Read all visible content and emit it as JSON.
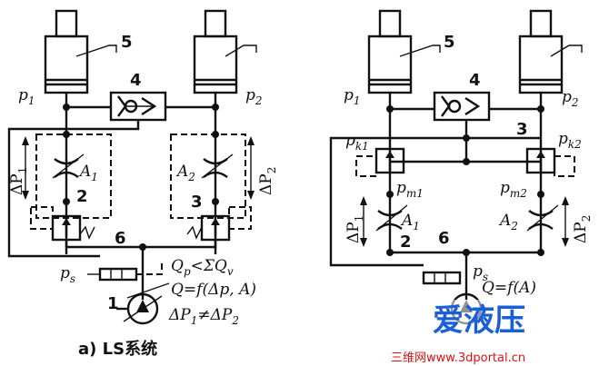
{
  "diagram_a": {
    "caption": "a)  LS系统",
    "labels": {
      "p1": "p",
      "p1_sub": "1",
      "p2": "p",
      "p2_sub": "2",
      "ps": "p",
      "ps_sub": "s",
      "dp1": "ΔP",
      "dp1_sub": "1",
      "dp2": "ΔP",
      "dp2_sub": "2",
      "a1": "A",
      "a1_sub": "1",
      "a2": "A",
      "a2_sub": "2"
    },
    "numbers": {
      "n1": "1",
      "n2": "2",
      "n3": "3",
      "n4": "4",
      "n5": "5",
      "n6": "6"
    },
    "equations": {
      "eq1": "Q",
      "eq1_sub": "p",
      "eq1_rest": "<ΣQ",
      "eq1_sub2": "v",
      "eq2": "Q=f(Δp, A)",
      "eq3": "ΔP",
      "eq3_sub": "1",
      "eq3_mid": "≠ΔP",
      "eq3_sub2": "2"
    }
  },
  "diagram_b": {
    "labels": {
      "p1": "p",
      "p1_sub": "1",
      "p2": "p",
      "p2_sub": "2",
      "pk1": "p",
      "pk1_sub": "k1",
      "pk2": "p",
      "pk2_sub": "k2",
      "pm1": "p",
      "pm1_sub": "m1",
      "pm2": "p",
      "pm2_sub": "m2",
      "ps": "p",
      "ps_sub": "s",
      "dp1": "ΔP",
      "dp1_sub": "1",
      "dp2": "ΔP",
      "dp2_sub": "2",
      "a1": "A",
      "a1_sub": "1",
      "a2": "A",
      "a2_sub": "2"
    },
    "numbers": {
      "n2": "2",
      "n3": "3",
      "n4": "4",
      "n5": "5",
      "n6": "6"
    },
    "equations": {
      "eq1": "Q=f(A)"
    }
  },
  "watermark": {
    "logo_text": "爱液压",
    "site": "三维网www.3dportal.cn",
    "colors": {
      "blue": "#1a5fd6",
      "red": "#d11a1a"
    }
  }
}
